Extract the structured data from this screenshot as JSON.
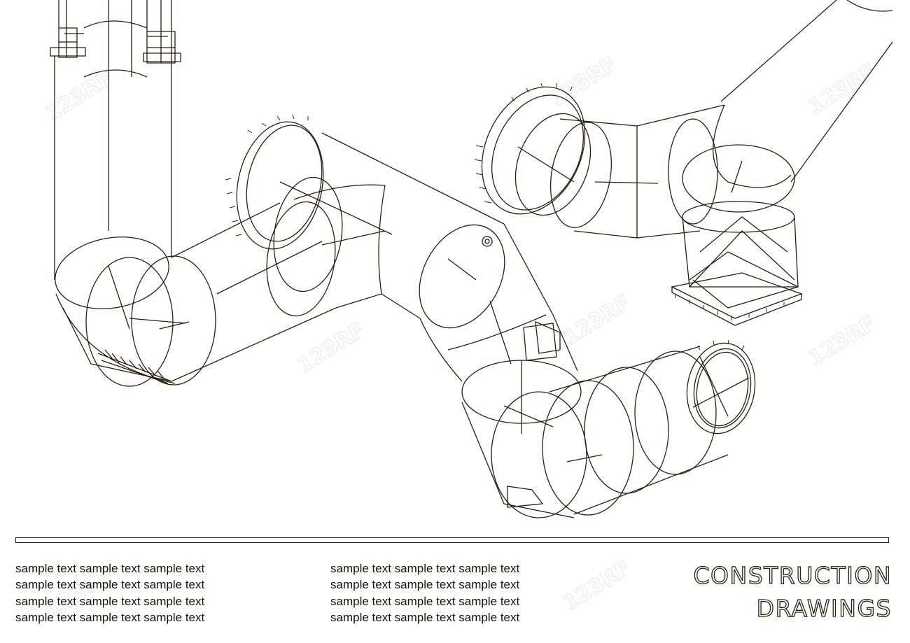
{
  "colors": {
    "line": "#2a1d0e",
    "background": "#ffffff",
    "watermark": "#e6e6e6"
  },
  "watermark": "123RF",
  "text_block": {
    "left_lines": [
      "sample text sample text sample text",
      "sample text sample text sample text",
      "sample text sample text sample text",
      "sample text sample text sample text"
    ],
    "middle_lines": [
      "sample text sample text sample text",
      "sample text sample text sample text",
      "sample text sample text sample text",
      "sample text sample text sample text"
    ]
  },
  "headline": {
    "line1": "CONSTRUCTION",
    "line2": "DRAWINGS"
  }
}
